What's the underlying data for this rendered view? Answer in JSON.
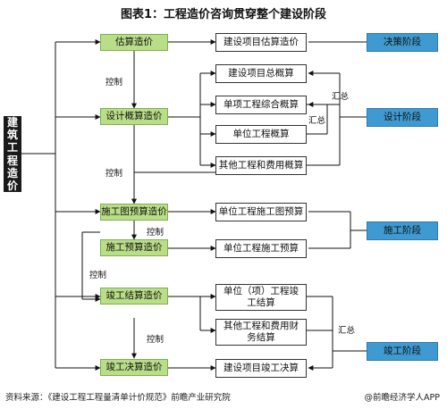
{
  "title": "图表1：工程造价咨询贯穿整个建设阶段",
  "side_label": [
    "建",
    "筑",
    "工",
    "程",
    "造",
    "价"
  ],
  "stages": [
    "估算造价",
    "设计概算造价",
    "施工图预算造价",
    "施工预算造价",
    "竣工结算造价",
    "竣工决算造价"
  ],
  "documents": [
    "建设项目估算造价",
    "建设项目总概算",
    "单项工程综合概算",
    "单位工程概算",
    "其他工程和费用概算",
    "单位工程施工图预算",
    "单位工程施工预算",
    "单位（项）工程竣工结算",
    "其他工程和费用财务结算",
    "建设项目竣工决算"
  ],
  "phases": [
    "决策阶段",
    "设计阶段",
    "施工阶段",
    "竣工阶段"
  ],
  "edge_labels": {
    "control": "控制",
    "aggregate": "汇总"
  },
  "footer": {
    "source": "资料来源：《建设工程工程量清单计价规范》前瞻产业研究院",
    "brand": "@前瞻经济学人APP"
  }
}
